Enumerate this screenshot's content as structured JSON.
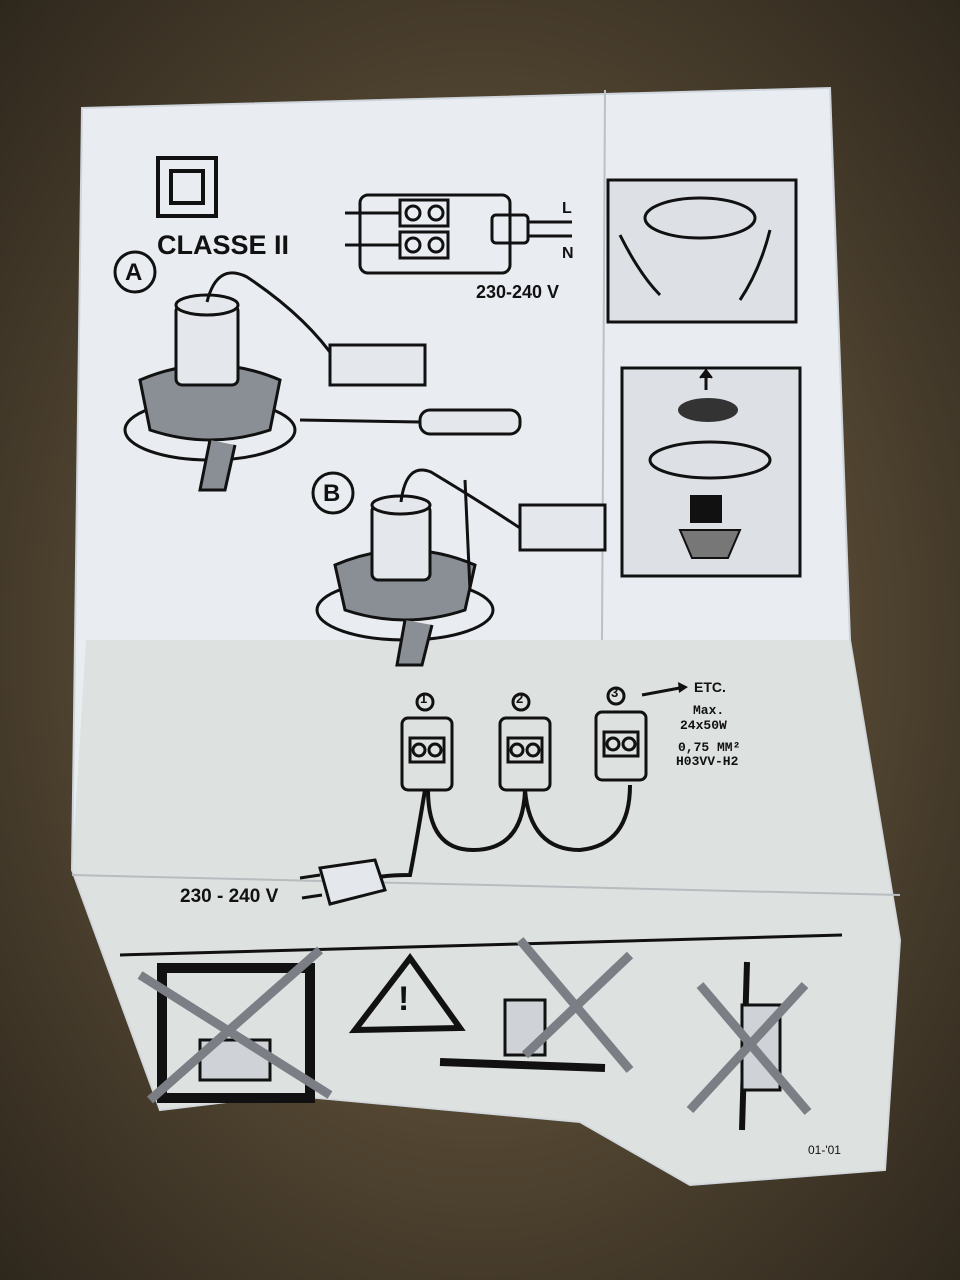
{
  "class_label": "CLASSE II",
  "step_a": "A",
  "step_b": "B",
  "voltage_top": "230-240 V",
  "terminal_l": "L",
  "terminal_n": "N",
  "unit_numbers": [
    "1",
    "2",
    "3"
  ],
  "etc": "ETC.",
  "max_label": "Max.",
  "max_load": "24x50W",
  "wire_section": "0,75 MM²",
  "cable_type": "H03VV-H2",
  "voltage_bottom": "230 - 240 V",
  "warning_symbol": "!",
  "revision": "01-'01"
}
